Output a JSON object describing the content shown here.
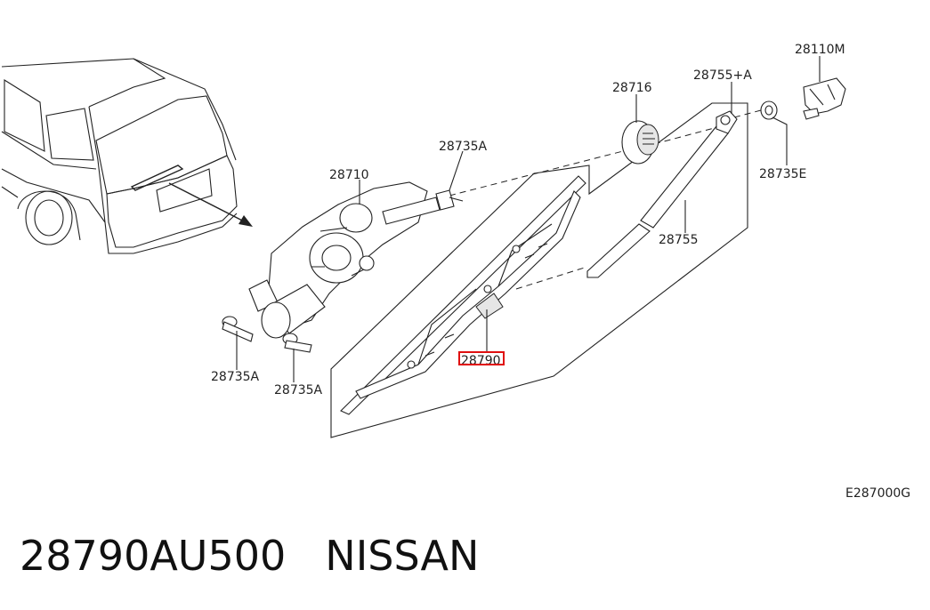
{
  "labels": {
    "p28110M": "28110M",
    "p28755A": "28755+A",
    "p28716": "28716",
    "p28735A_top": "28735A",
    "p28710": "28710",
    "p28735E": "28735E",
    "p28755": "28755",
    "p28790": "28790",
    "p28735A_left": "28735A",
    "p28735A_right": "28735A",
    "diagram_code": "E287000G"
  },
  "footer": {
    "part_number": "28790AU500",
    "brand": "NISSAN"
  },
  "highlight_color": "#e01010"
}
